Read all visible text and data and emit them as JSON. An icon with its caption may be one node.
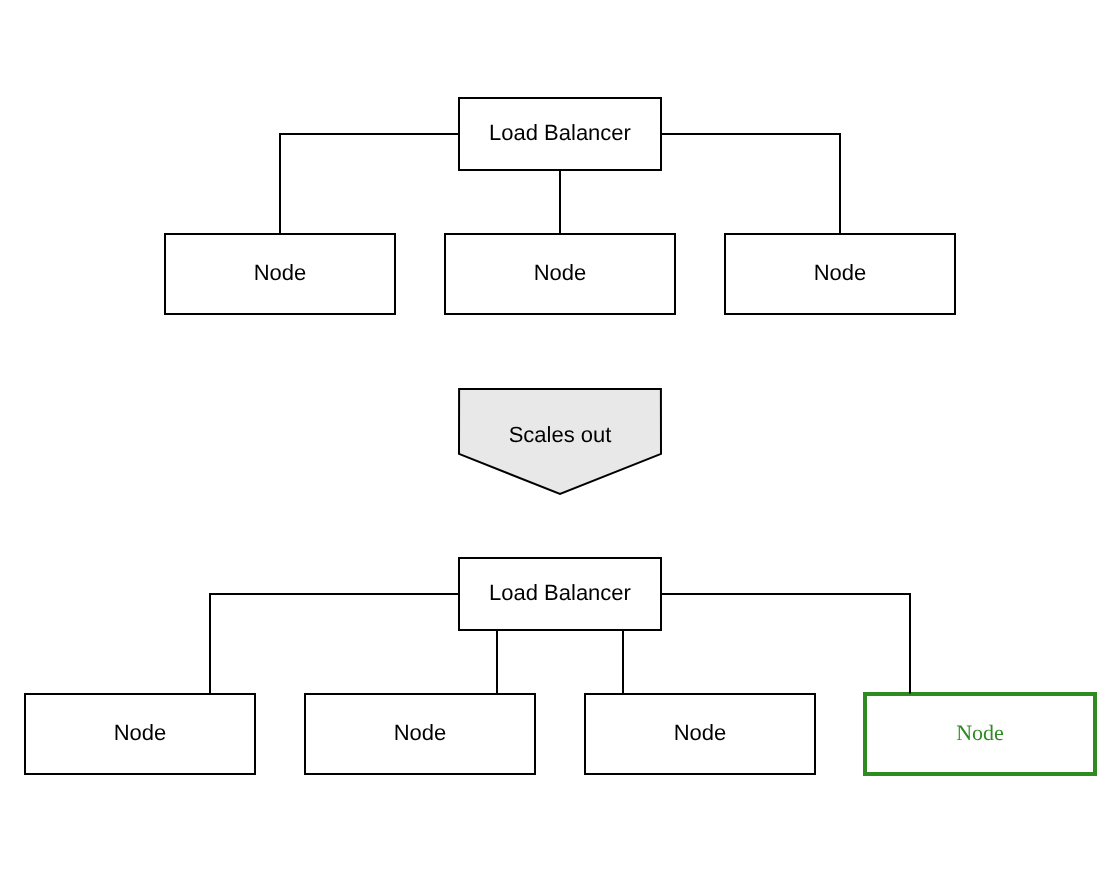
{
  "diagram": {
    "nodes": [
      {
        "text": [
          "Load Balancer"
        ]
      },
      {
        "text": [
          "Node"
        ]
      },
      {
        "text": [
          "Node"
        ]
      },
      {
        "text": [
          "Node"
        ]
      },
      {
        "text": [
          "Scales out"
        ]
      },
      {
        "text": [
          "Load Balancer"
        ]
      },
      {
        "text": [
          "Node"
        ]
      },
      {
        "text": [
          "Node"
        ]
      },
      {
        "text": [
          "Node"
        ]
      },
      {
        "text": [
          "Node"
        ]
      }
    ],
    "edges": [
      {
        "from": 0,
        "to": 1,
        "arrow": "none"
      },
      {
        "from": 0,
        "to": 2,
        "arrow": "none"
      },
      {
        "from": 0,
        "to": 3,
        "arrow": "none"
      },
      {
        "from": 5,
        "to": 6,
        "arrow": "none"
      },
      {
        "from": 5,
        "to": 7,
        "arrow": "none"
      },
      {
        "from": 5,
        "to": 8,
        "arrow": "none"
      },
      {
        "from": 5,
        "to": 9,
        "arrow": "none"
      }
    ]
  }
}
